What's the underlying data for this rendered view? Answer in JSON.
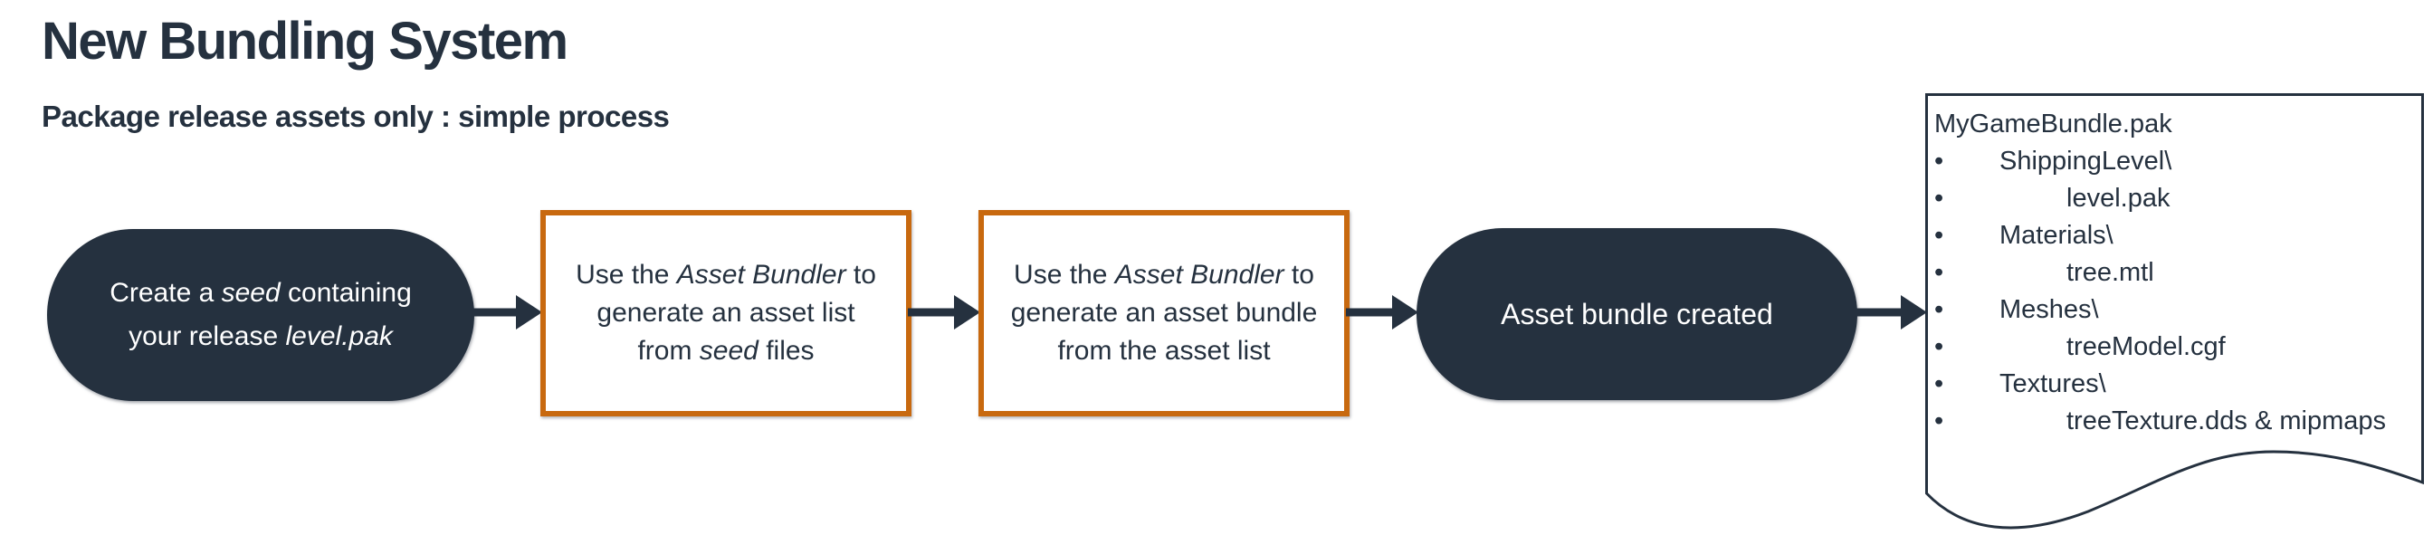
{
  "header": {
    "title": "New Bundling System",
    "subtitle": "Package release assets only : simple process"
  },
  "colors": {
    "navy": "#25313F",
    "orange": "#C8690F",
    "background": "#FFFFFF",
    "text_on_dark": "#FFFFFF"
  },
  "flow": {
    "steps": [
      {
        "shape": "pill",
        "segments": [
          {
            "t": "Create a "
          },
          {
            "t": "seed",
            "i": true
          },
          {
            "t": " containing"
          },
          {
            "br": true
          },
          {
            "t": "your release "
          },
          {
            "t": "level.pak",
            "i": true
          }
        ]
      },
      {
        "shape": "process-box",
        "segments": [
          {
            "t": "Use the "
          },
          {
            "t": "Asset Bundler",
            "i": true
          },
          {
            "t": " to"
          },
          {
            "br": true
          },
          {
            "t": "generate an asset list"
          },
          {
            "br": true
          },
          {
            "t": "from "
          },
          {
            "t": "seed",
            "i": true
          },
          {
            "t": " files"
          }
        ]
      },
      {
        "shape": "process-box",
        "segments": [
          {
            "t": "Use the "
          },
          {
            "t": "Asset Bundler",
            "i": true
          },
          {
            "t": " to"
          },
          {
            "br": true
          },
          {
            "t": "generate an asset bundle"
          },
          {
            "br": true
          },
          {
            "t": "from the asset list"
          }
        ]
      },
      {
        "shape": "pill",
        "segments": [
          {
            "t": "Asset bundle created"
          }
        ]
      }
    ]
  },
  "document": {
    "title": "MyGameBundle.pak",
    "bullet_glyph": "•",
    "items": [
      {
        "text": "ShippingLevel\\",
        "level": "folder"
      },
      {
        "text": "level.pak",
        "level": "file"
      },
      {
        "text": "Materials\\",
        "level": "folder"
      },
      {
        "text": "tree.mtl",
        "level": "file"
      },
      {
        "text": "Meshes\\",
        "level": "folder"
      },
      {
        "text": "treeModel.cgf",
        "level": "file"
      },
      {
        "text": "Textures\\",
        "level": "folder"
      },
      {
        "text": "treeTexture.dds & mipmaps",
        "level": "file"
      }
    ]
  }
}
